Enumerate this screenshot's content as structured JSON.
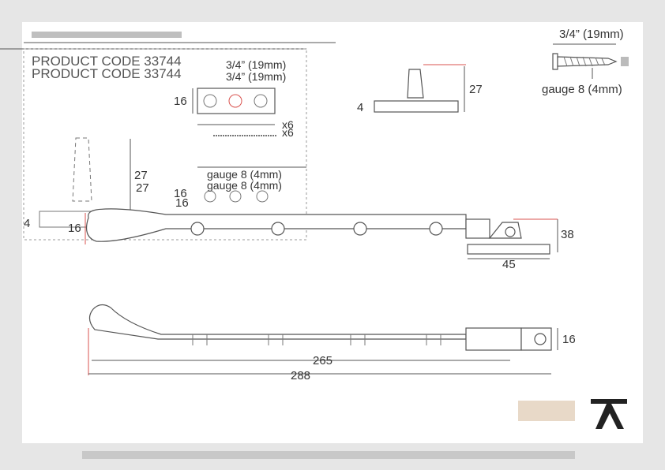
{
  "product_code": [
    "PRODUCT CODE 33744",
    "PRODUCT CODE 33744"
  ],
  "screw": {
    "length": "3/4” (19mm)",
    "gauge": "gauge 8 (4mm)",
    "length_overlay": [
      "3/4” (19mm)",
      "3/4” (19mm)"
    ],
    "gauge_overlay": [
      "gauge 8 (4mm)",
      "gauge 8 (4mm)"
    ],
    "quantity": "x6"
  },
  "dimensions": {
    "pin_height": "27",
    "plate_thickness": "4",
    "plate_width": "16",
    "catch_height": "38",
    "catch_width": "45",
    "arm_width": "16",
    "hole_span": "265",
    "overall_length": "288"
  },
  "colors": {
    "frame": "#e6e6e6",
    "line": "#555555",
    "accent": "#d9534f",
    "logo": "#222222"
  }
}
